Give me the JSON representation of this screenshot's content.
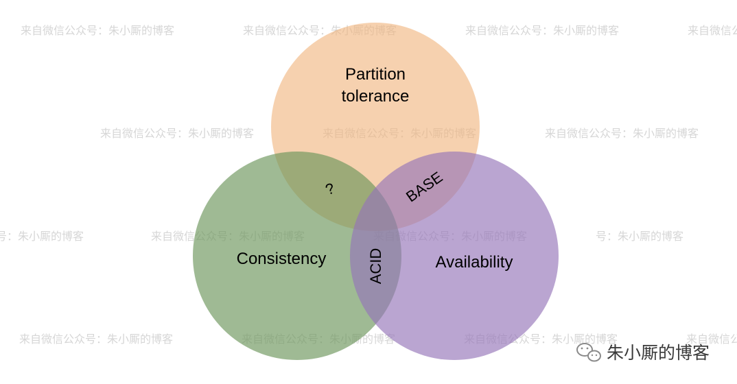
{
  "diagram": {
    "sets": {
      "partition": {
        "label_line1": "Partition",
        "label_line2": "tolerance",
        "color": "#f0b27a"
      },
      "consistency": {
        "label": "Consistency",
        "color": "#6b955a"
      },
      "availability": {
        "label": "Availability",
        "color": "#9575b8"
      }
    },
    "intersections": {
      "partition_consistency": "?",
      "partition_availability": "BASE",
      "consistency_availability": "ACID"
    }
  },
  "watermark": {
    "text": "来自微信公众号：朱小厮的博客",
    "tail_text": "号：朱小厮的博客",
    "clipped_text": "来自微信公"
  },
  "brand": {
    "icon": "wechat-icon",
    "name": "朱小厮的博客"
  }
}
